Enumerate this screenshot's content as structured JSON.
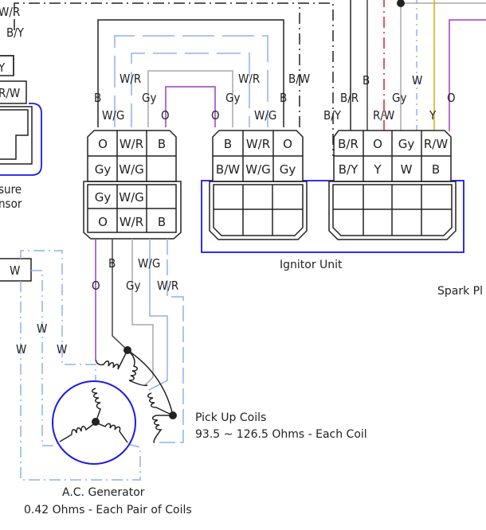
{
  "colors": {
    "black": "#222222",
    "gray": "#a8a8a8",
    "lightblue": "#8fb0ee",
    "orange_wire": "#9a3fc0",
    "red": "#e02020",
    "yellow": "#c8b400",
    "blue_outline": "#1a1ae6",
    "purple": "#9a3fc0"
  },
  "labels": {
    "top_left_wr": "W/R",
    "top_left_by": "B/Y",
    "sensor_y": "Y",
    "sensor_rw": "R/W",
    "sensor_caption_1": "sure",
    "sensor_caption_2": "nsor",
    "ignitor_unit": "Ignitor Unit",
    "spark_plug": "Spark Pl",
    "pickup_title": "Pick Up Coils",
    "pickup_spec": "93.5 ~ 126.5 Ohms - Each Coil",
    "generator_title": "A.C. Generator",
    "generator_spec": "0.42 Ohms - Each Pair of Coils",
    "w_box": "W"
  },
  "wire_labels": {
    "c1_B": "B",
    "c1_WG": "W/G",
    "c1_WR": "W/R",
    "c1_Gy": "Gy",
    "c1_O": "O",
    "c2_O": "O",
    "c2_Gy": "Gy",
    "c2_WR": "W/R",
    "c2_WG": "W/G",
    "c2_B": "B",
    "c2_BW": "B/W",
    "c3_BY": "B/Y",
    "c3_BR": "B/R",
    "c3_B": "B",
    "c3_RW": "R/W",
    "c3_Gy": "Gy",
    "c3_W": "W",
    "c3_Y": "Y",
    "c3_O": "O",
    "low_O": "O",
    "low_B": "B",
    "low_Gy": "Gy",
    "low_WG": "W/G",
    "low_WR": "W/R",
    "gen_W1": "W",
    "gen_W2": "W",
    "gen_W3": "W"
  },
  "connectors": {
    "pickup_upper": [
      [
        "O",
        "W/R",
        "B"
      ],
      [
        "Gy",
        "W/G",
        ""
      ]
    ],
    "pickup_lower": [
      [
        "Gy",
        "W/G",
        ""
      ],
      [
        "O",
        "W/R",
        "B"
      ]
    ],
    "ignitor_left": [
      [
        "B",
        "W/R",
        "O"
      ],
      [
        "B/W",
        "W/G",
        "Gy"
      ]
    ],
    "ignitor_right": [
      [
        "B/R",
        "O",
        "Gy",
        "R/W"
      ],
      [
        "B/Y",
        "Y",
        "W",
        "B"
      ]
    ]
  }
}
